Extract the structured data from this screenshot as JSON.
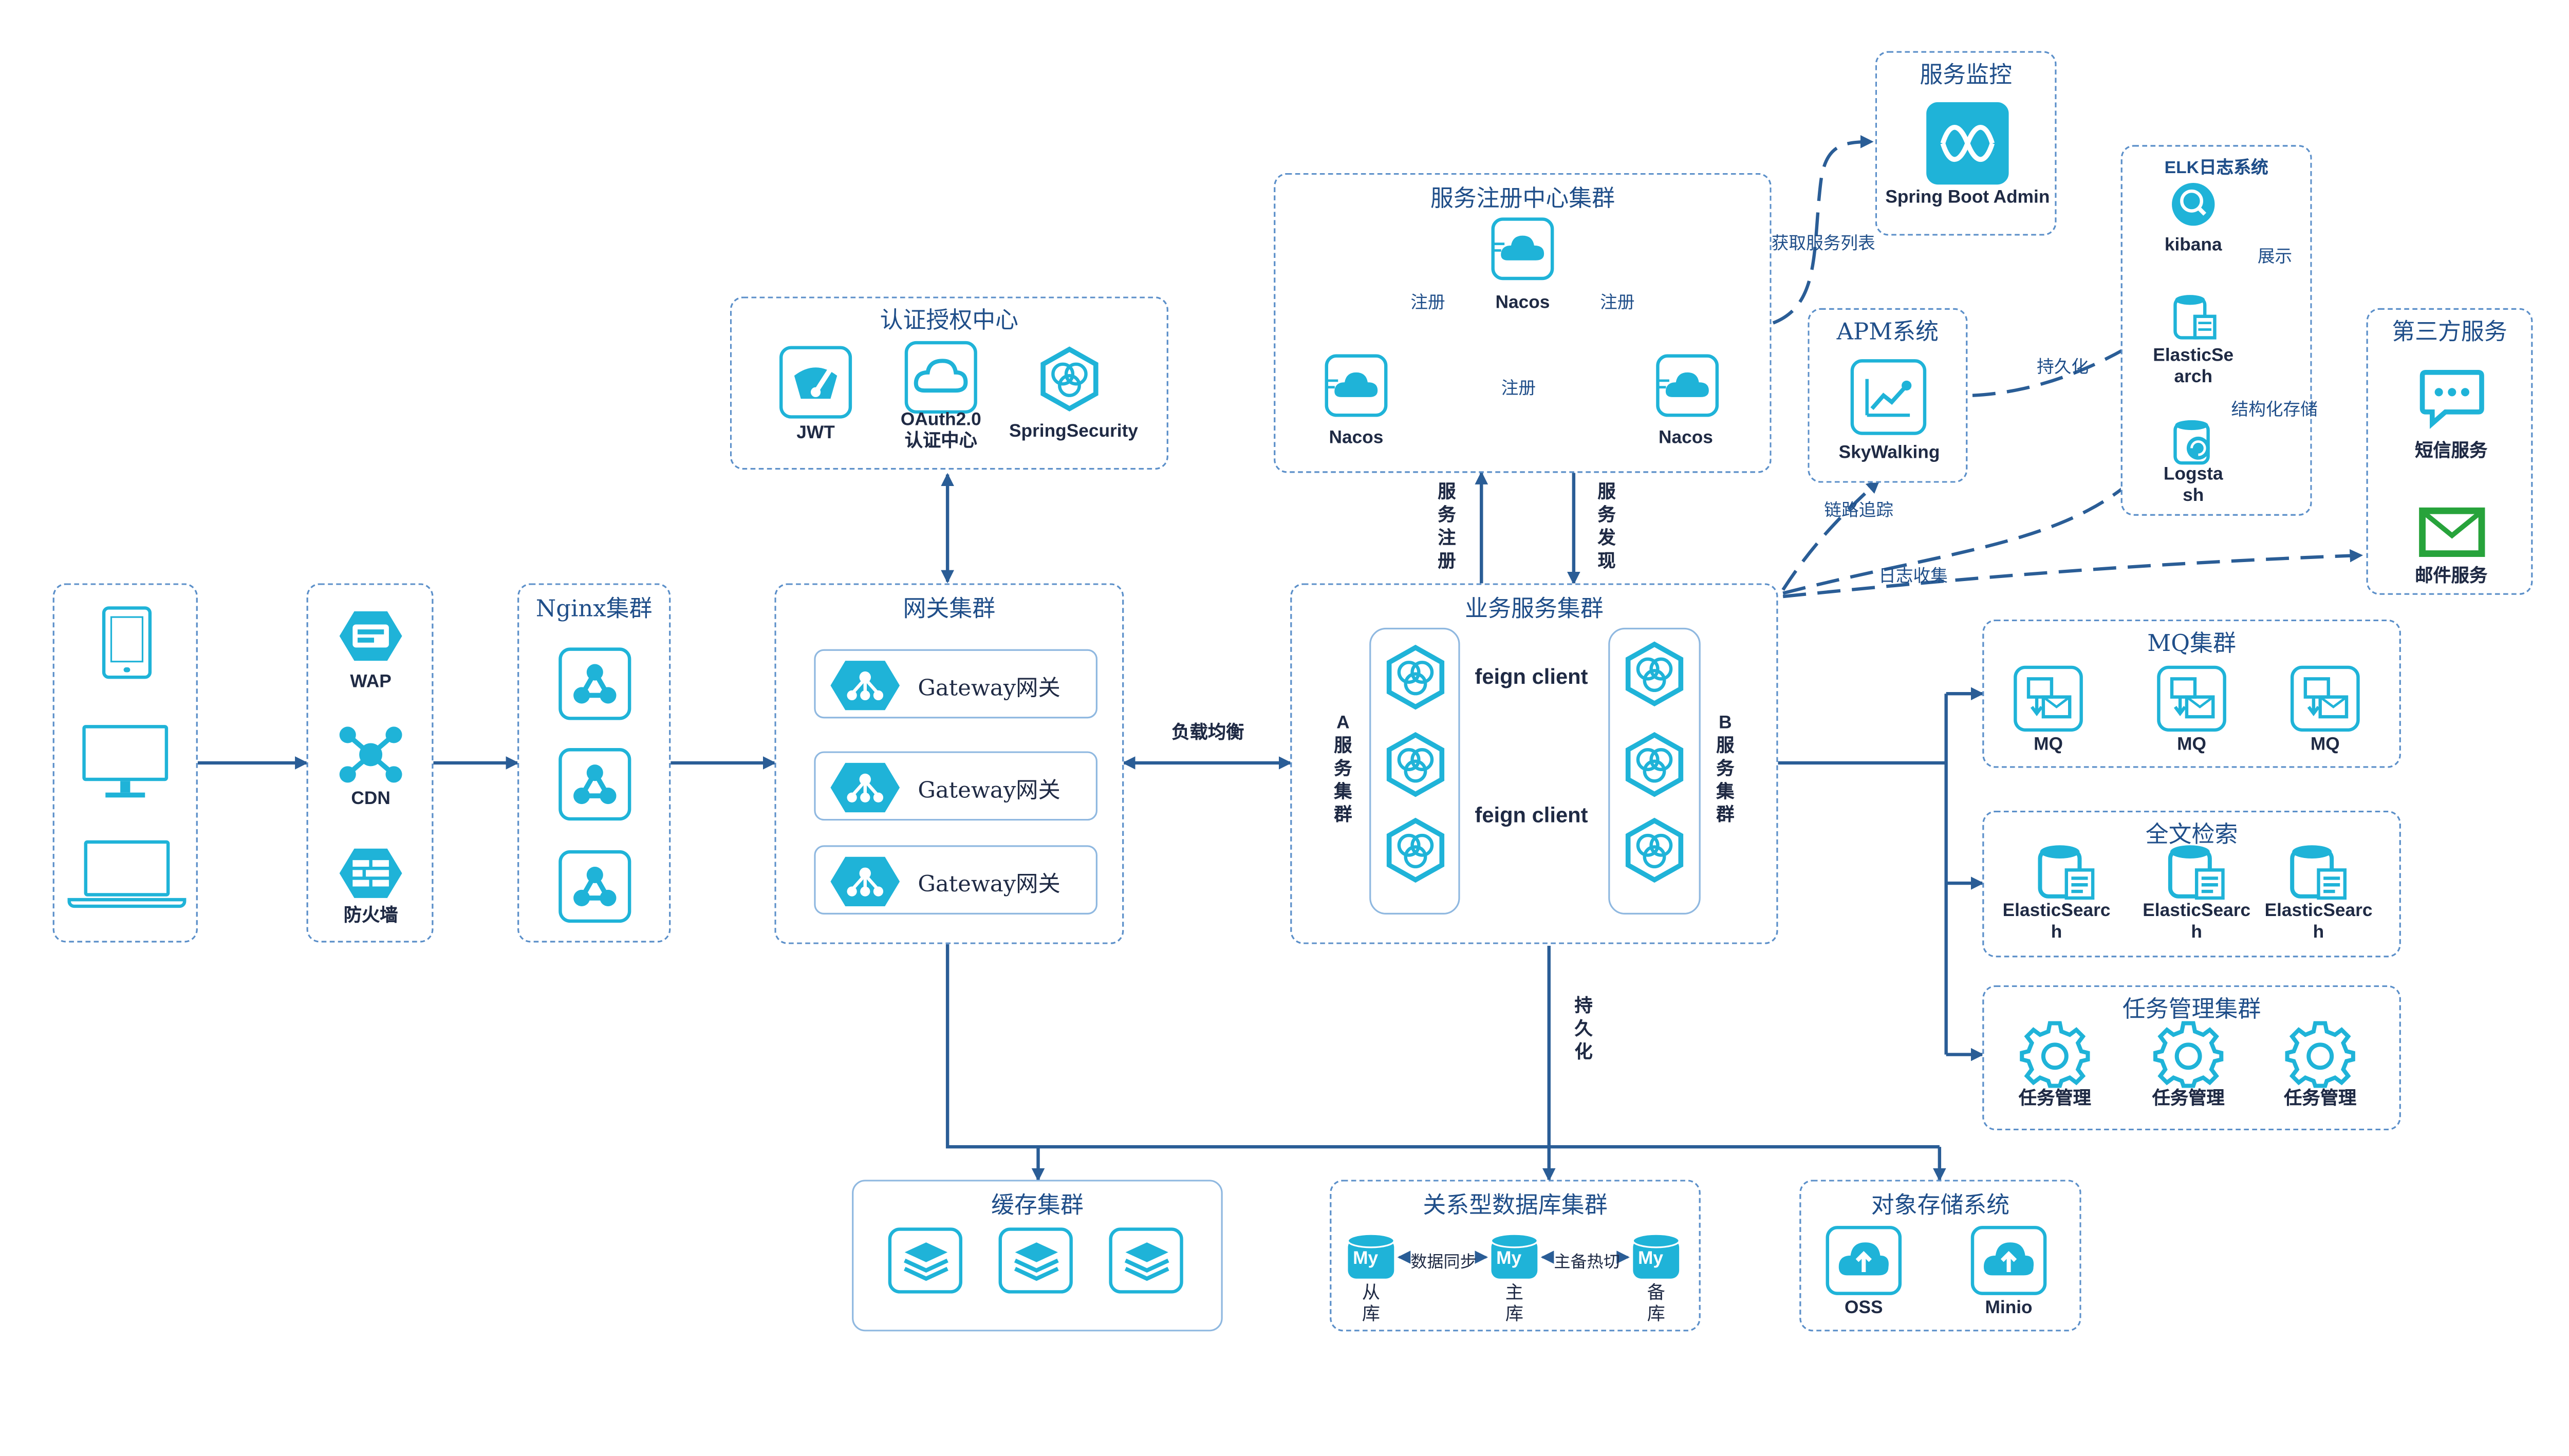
{
  "clients": {
    "icons": [
      "tablet-icon",
      "monitor-icon",
      "laptop-icon"
    ]
  },
  "edge_layer": {
    "wap": "WAP",
    "cdn": "CDN",
    "firewall": "防火墙"
  },
  "nginx": {
    "title": "Nginx集群"
  },
  "gateway": {
    "title": "网关集群",
    "items": [
      "Gateway网关",
      "Gateway网关",
      "Gateway网关"
    ]
  },
  "auth": {
    "title": "认证授权中心",
    "jwt": "JWT",
    "oauth": "OAuth2.0\n认证中心",
    "security": "SpringSecurity"
  },
  "registry": {
    "title": "服务注册中心集群",
    "node_top": "Nacos",
    "node_left": "Nacos",
    "node_right": "Nacos",
    "edge_left": "注册",
    "edge_right": "注册",
    "edge_bottom": "注册"
  },
  "monitor": {
    "title": "服务监控",
    "app": "Spring Boot Admin",
    "edge": "获取服务列表"
  },
  "apm": {
    "title": "APM系统",
    "app": "SkyWalking",
    "edge_trace": "链路追踪",
    "edge_persist": "持久化",
    "edge_logs": "日志收集"
  },
  "elk": {
    "title": "ELK日志系统",
    "kibana": "kibana",
    "es": "ElasticSe\narch",
    "logstash": "Logsta\nsh",
    "edge_show": "展示",
    "edge_store": "结构化存储"
  },
  "third": {
    "title": "第三方服务",
    "sms": "短信服务",
    "mail": "邮件服务"
  },
  "business": {
    "title": "业务服务集群",
    "cluster_a": "A服务集群",
    "cluster_b": "B服务集群",
    "feign_top": "feign client",
    "feign_bottom": "feign client",
    "register": "服务注册",
    "discover": "服务发现"
  },
  "links": {
    "load_balance": "负载均衡",
    "persist": "持久化"
  },
  "mq": {
    "title": "MQ集群",
    "items": [
      "MQ",
      "MQ",
      "MQ"
    ]
  },
  "search": {
    "title": "全文检索",
    "items": [
      "ElasticSearc\nh",
      "ElasticSearc\nh",
      "ElasticSearc\nh"
    ]
  },
  "tasks": {
    "title": "任务管理集群",
    "items": [
      "任务管理",
      "任务管理",
      "任务管理"
    ]
  },
  "cache": {
    "title": "缓存集群"
  },
  "rdb": {
    "title": "关系型数据库集群",
    "slave": "从\n库",
    "master": "主\n库",
    "backup": "备\n库",
    "sync": "数据同步",
    "hot": "主备热切",
    "badge": "My"
  },
  "oss": {
    "title": "对象存储系统",
    "oss": "OSS",
    "minio": "Minio"
  },
  "colors": {
    "accent": "#1fb3d8",
    "line": "#2a5d96",
    "title": "#1f4e89",
    "border": "#5b8fc9"
  }
}
